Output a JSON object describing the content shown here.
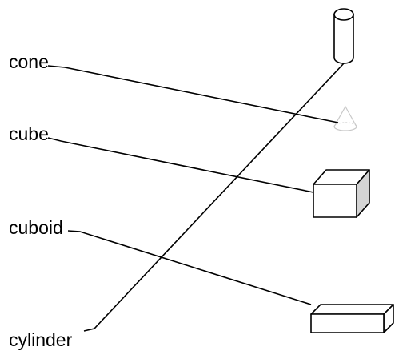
{
  "terms": {
    "cone": "cone",
    "cube": "cube",
    "cuboid": "cuboid",
    "cylinder": "cylinder"
  },
  "matches": [
    {
      "term": "cone",
      "shape": "cone"
    },
    {
      "term": "cube",
      "shape": "cube"
    },
    {
      "term": "cuboid",
      "shape": "cuboid"
    },
    {
      "term": "cylinder",
      "shape": "cylinder"
    }
  ],
  "colors": {
    "ink": "#000000",
    "shape_fill": "#ffffff",
    "cube_side": "#d4d4d4",
    "cone_stroke": "#c8c8c8"
  }
}
